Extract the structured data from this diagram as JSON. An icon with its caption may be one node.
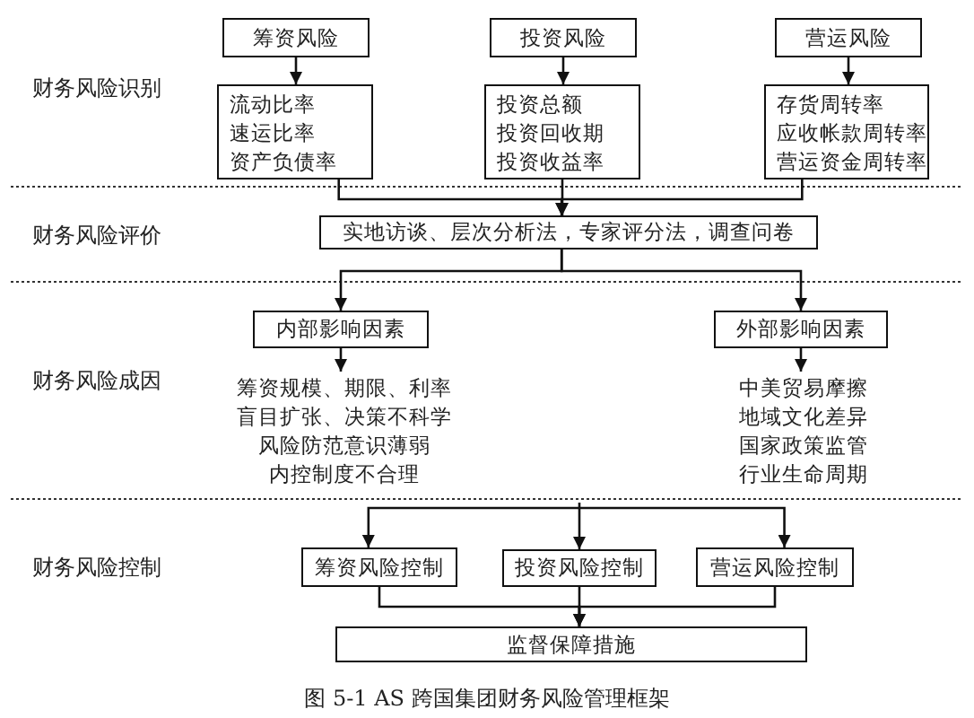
{
  "diagram": {
    "caption": "图 5-1 AS 跨国集团财务风险管理框架",
    "nodes": [
      {
        "text": [
          "筹资风险"
        ]
      },
      {
        "text": [
          "投资风险"
        ]
      },
      {
        "text": [
          "营运风险"
        ]
      },
      {
        "text": [
          "流动比率",
          "速运比率",
          "资产负债率"
        ]
      },
      {
        "text": [
          "投资总额",
          "投资回收期",
          "投资收益率"
        ]
      },
      {
        "text": [
          "存货周转率",
          "应收帐款周转率",
          "营运资金周转率"
        ]
      },
      {
        "text": [
          "实地访谈、层次分析法，专家评分法，调查问卷"
        ]
      },
      {
        "text": [
          "内部影响因素"
        ]
      },
      {
        "text": [
          "外部影响因素"
        ]
      },
      {
        "text": [
          "筹资规模、期限、利率",
          "盲目扩张、决策不科学",
          "风险防范意识薄弱",
          "内控制度不合理"
        ]
      },
      {
        "text": [
          "中美贸易摩擦",
          "地域文化差异",
          "国家政策监管",
          "行业生命周期"
        ]
      },
      {
        "text": [
          "筹资风险控制"
        ]
      },
      {
        "text": [
          "投资风险控制"
        ]
      },
      {
        "text": [
          "营运风险控制"
        ]
      },
      {
        "text": [
          "监督保障措施"
        ]
      }
    ],
    "edges": [
      {
        "from": 0,
        "to": 3,
        "arrow": "to"
      },
      {
        "from": 1,
        "to": 4,
        "arrow": "to"
      },
      {
        "from": 2,
        "to": 5,
        "arrow": "to"
      },
      {
        "from": 3,
        "to": 6,
        "arrow": "to"
      },
      {
        "from": 4,
        "to": 6,
        "arrow": "to"
      },
      {
        "from": 5,
        "to": 6,
        "arrow": "to"
      },
      {
        "from": 6,
        "to": 7,
        "arrow": "to"
      },
      {
        "from": 6,
        "to": 8,
        "arrow": "to"
      },
      {
        "from": 7,
        "to": 9,
        "arrow": "to"
      },
      {
        "from": 8,
        "to": 10,
        "arrow": "to"
      },
      {
        "from": null,
        "to": 11,
        "arrow": "to"
      },
      {
        "from": null,
        "to": 12,
        "arrow": "to"
      },
      {
        "from": null,
        "to": 13,
        "arrow": "to"
      },
      {
        "from": 11,
        "to": 14,
        "arrow": "to"
      },
      {
        "from": 12,
        "to": 14,
        "arrow": "to"
      },
      {
        "from": 13,
        "to": 14,
        "arrow": "to"
      }
    ],
    "labels": [
      "财务风险识别",
      "财务风险评价",
      "财务风险成因",
      "财务风险控制"
    ]
  }
}
